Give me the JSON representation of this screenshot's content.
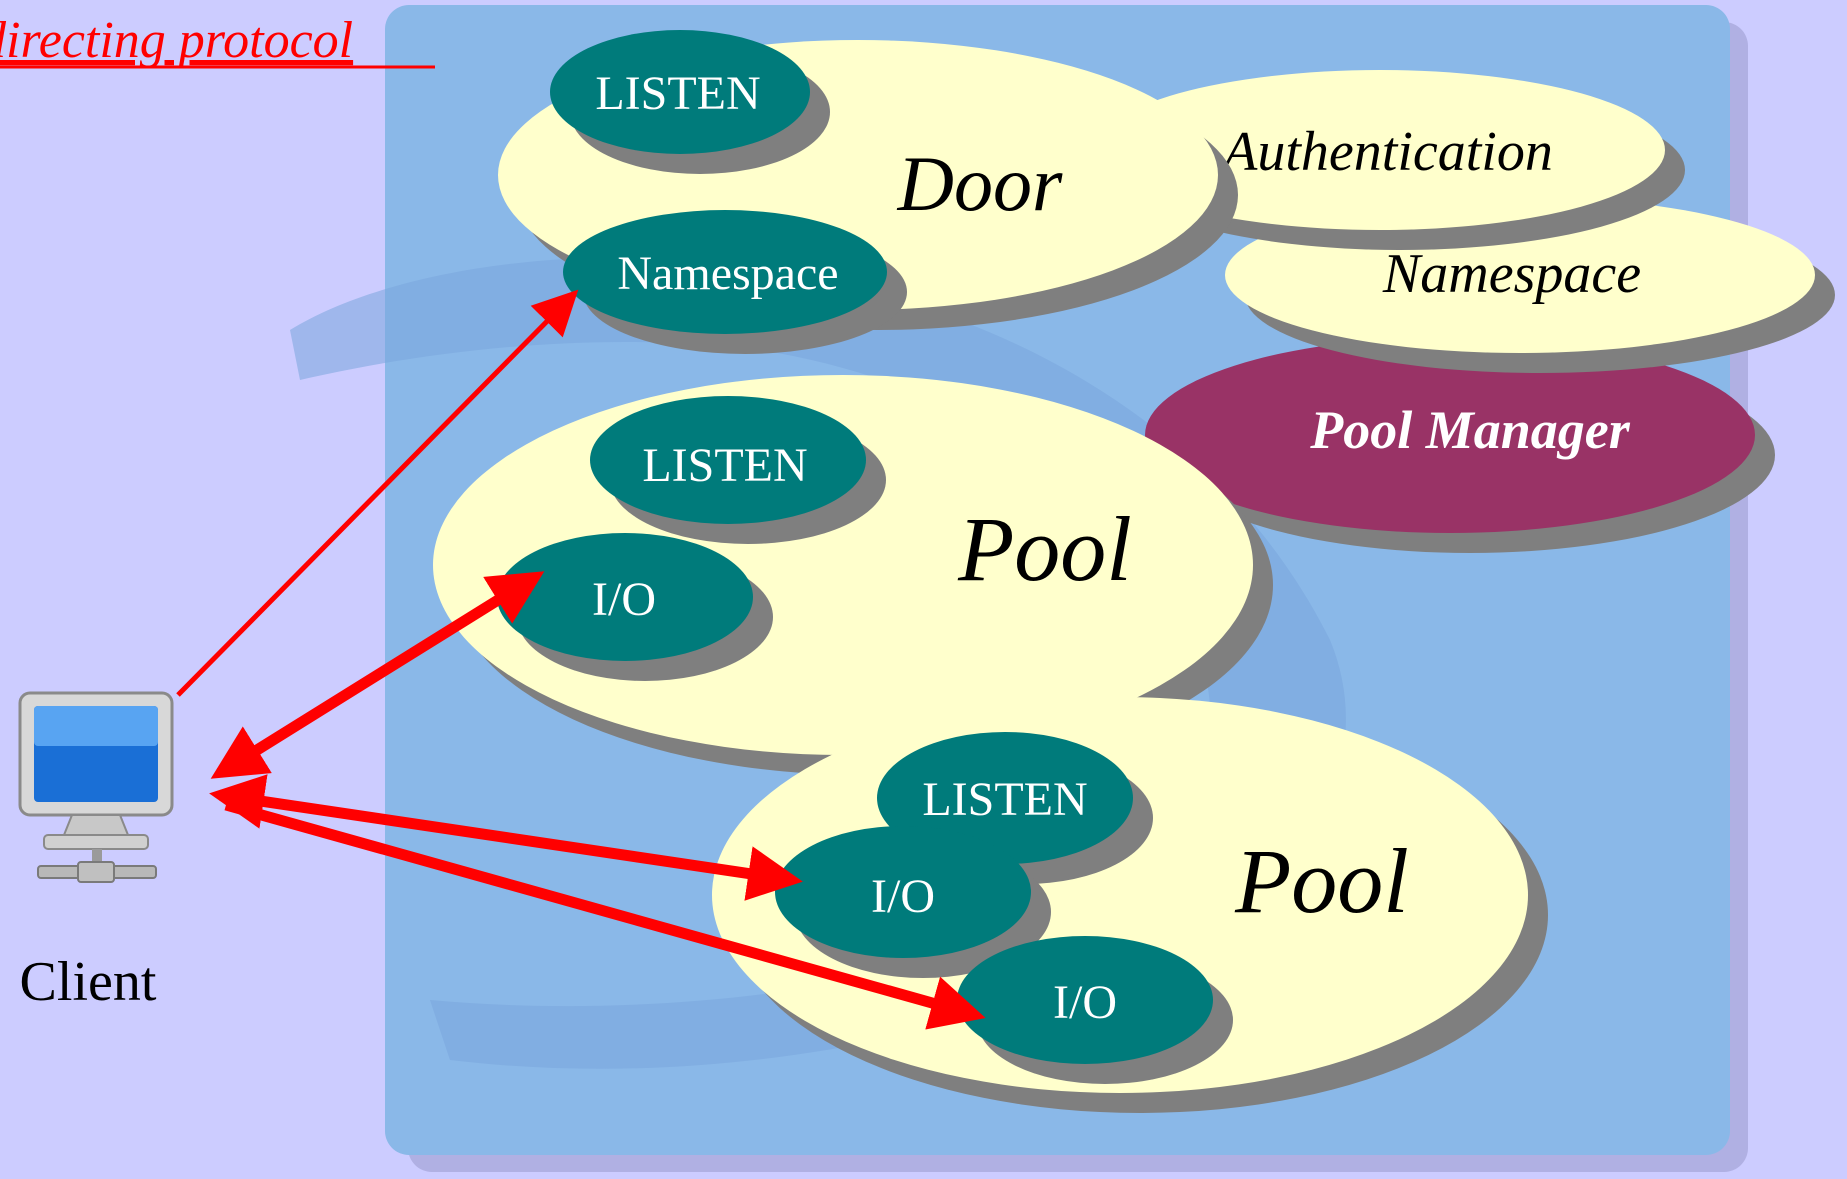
{
  "title": "directing protocol",
  "client": {
    "label": "Client"
  },
  "door": {
    "label": "Door",
    "listen": "LISTEN",
    "namespace": "Namespace"
  },
  "services": {
    "authentication": "Authentication",
    "namespace": "Namespace",
    "pool_manager": "Pool Manager"
  },
  "pool1": {
    "label": "Pool",
    "listen": "LISTEN",
    "io": "I/O"
  },
  "pool2": {
    "label": "Pool",
    "listen": "LISTEN",
    "io_a": "I/O",
    "io_b": "I/O"
  },
  "colors": {
    "page_bg": "#ccccff",
    "panel_bg": "#8ab8e8",
    "bubble_cream": "#ffffcc",
    "node_teal": "#007b7b",
    "pool_manager": "#993366",
    "arrow_red": "#ff0000",
    "title_red": "#ff0000"
  }
}
